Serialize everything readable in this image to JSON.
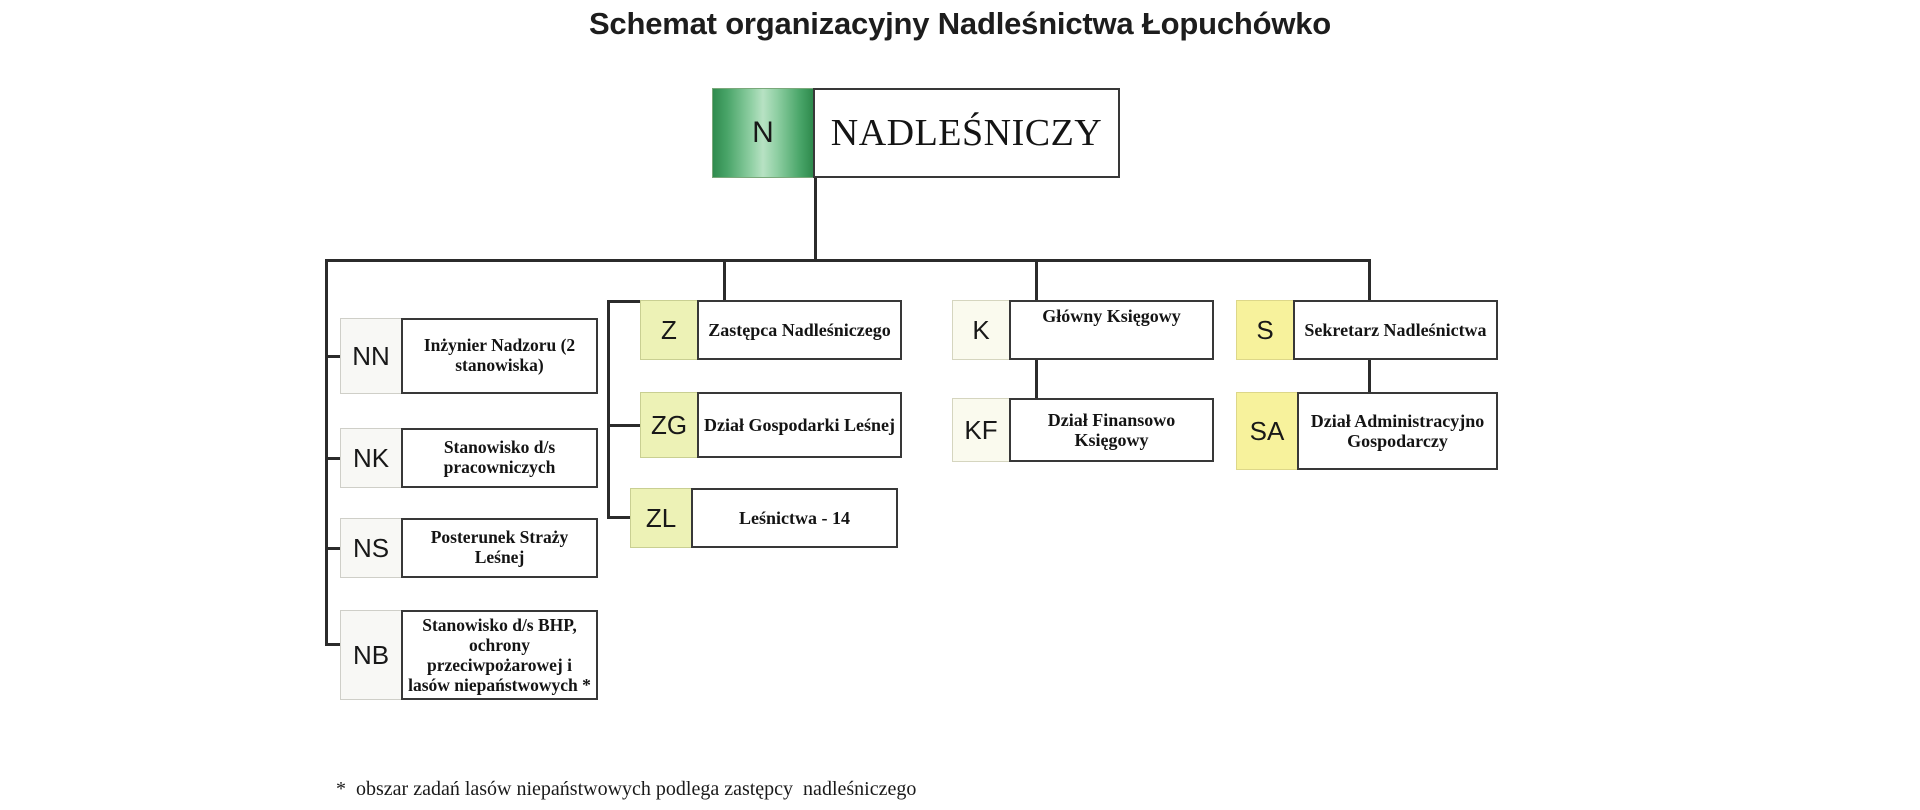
{
  "header": {
    "title": "Schemat organizacyjny Nadleśnictwa Łopuchówko"
  },
  "footnote": {
    "text": "*  obszar zadań lasów niepaństwowych podlega zastępcy  nadleśniczego"
  },
  "colors": {
    "root_green_dark": "#2f8b4e",
    "root_green_light": "#b7e2c3",
    "code_neutral": "#f8f8f5",
    "code_yellow_green": "#edf2b6",
    "code_ivory": "#fafaee",
    "code_yellow": "#f7f29c",
    "line": "#2b2b2b",
    "box_border": "#383838"
  },
  "root": {
    "code": "N",
    "title": "NADLEŚNICZY"
  },
  "branches": {
    "n_direct": {
      "nodes": [
        {
          "code": "NN",
          "title": "Inżynier Nadzoru (2 stanowiska)"
        },
        {
          "code": "NK",
          "title": "Stanowisko d/s pracowniczych"
        },
        {
          "code": "NS",
          "title": "Posterunek Straży Leśnej"
        },
        {
          "code": "NB",
          "title": "Stanowisko d/s BHP, ochrony przeciwpożarowej i lasów niepaństwowych *"
        }
      ]
    },
    "z_branch": {
      "nodes": [
        {
          "code": "Z",
          "title": "Zastępca Nadleśniczego"
        },
        {
          "code": "ZG",
          "title": "Dział Gospodarki Leśnej"
        },
        {
          "code": "ZL",
          "title": "Leśnictwa - 14"
        }
      ]
    },
    "k_branch": {
      "nodes": [
        {
          "code": "K",
          "title": "Główny Księgowy"
        },
        {
          "code": "KF",
          "title": "Dział Finansowo Księgowy"
        }
      ]
    },
    "s_branch": {
      "nodes": [
        {
          "code": "S",
          "title": "Sekretarz Nadleśnictwa"
        },
        {
          "code": "SA",
          "title": "Dział Administracyjno Gospodarczy"
        }
      ]
    }
  }
}
